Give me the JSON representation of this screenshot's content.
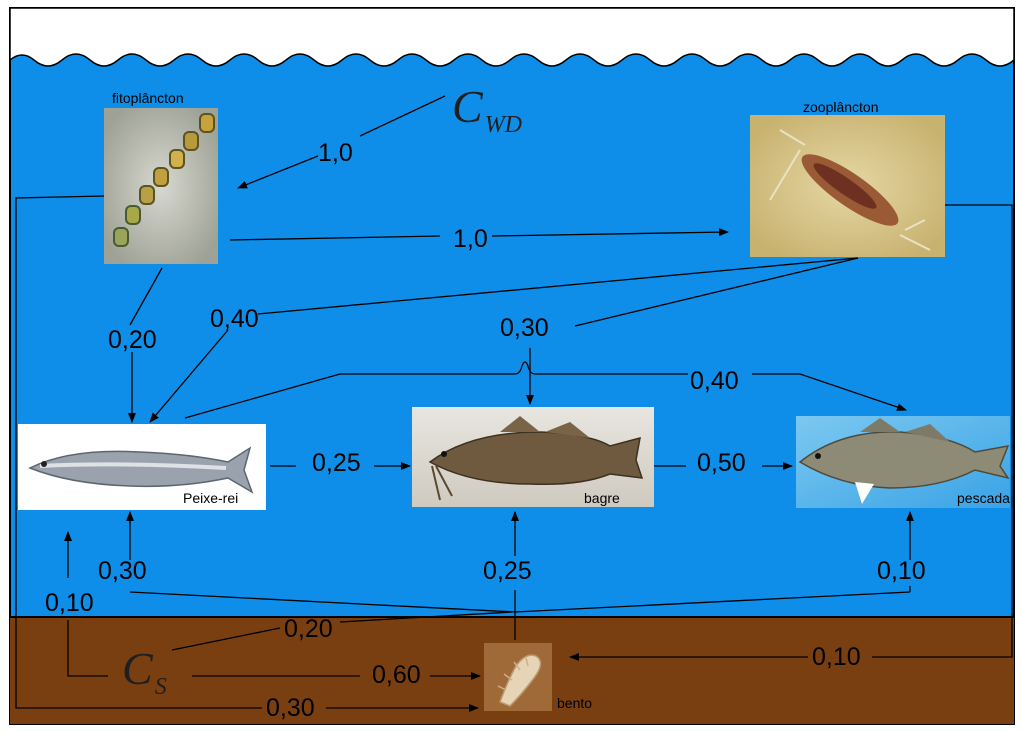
{
  "water_label": "C",
  "water_label_sub": "WD",
  "sediment_label": "C",
  "sediment_label_sub": "S",
  "organisms": {
    "phyto": "fitoplâncton",
    "zoo": "zooplâncton",
    "peixerei": "Peixe-rei",
    "bagre": "bagre",
    "pescada": "pescada",
    "bento": "bento"
  },
  "flows": {
    "cwd_to_phyto": "1,0",
    "phyto_to_zoo": "1,0",
    "phyto_to_peixerei": "0,20",
    "zoo_to_peixerei": "0,40",
    "zoo_to_bagre": "0,30",
    "peixerei_to_pescada": "0,40",
    "peixerei_to_bagre": "0,25",
    "bagre_to_pescada": "0,50",
    "bento_to_peixerei": "0,30",
    "bento_to_bagre": "0,25",
    "bento_to_pescada": "0,10",
    "cs_to_peixerei": "0,10",
    "cs_to_bento": "0,60",
    "cs_branch": "0,20",
    "phyto_to_bento": "0,30",
    "zoo_to_bento": "0,10"
  },
  "colors": {
    "water": "#0e8ee8",
    "sediment": "#7a3f11",
    "sky": "#ffffff",
    "line": "#000000"
  }
}
